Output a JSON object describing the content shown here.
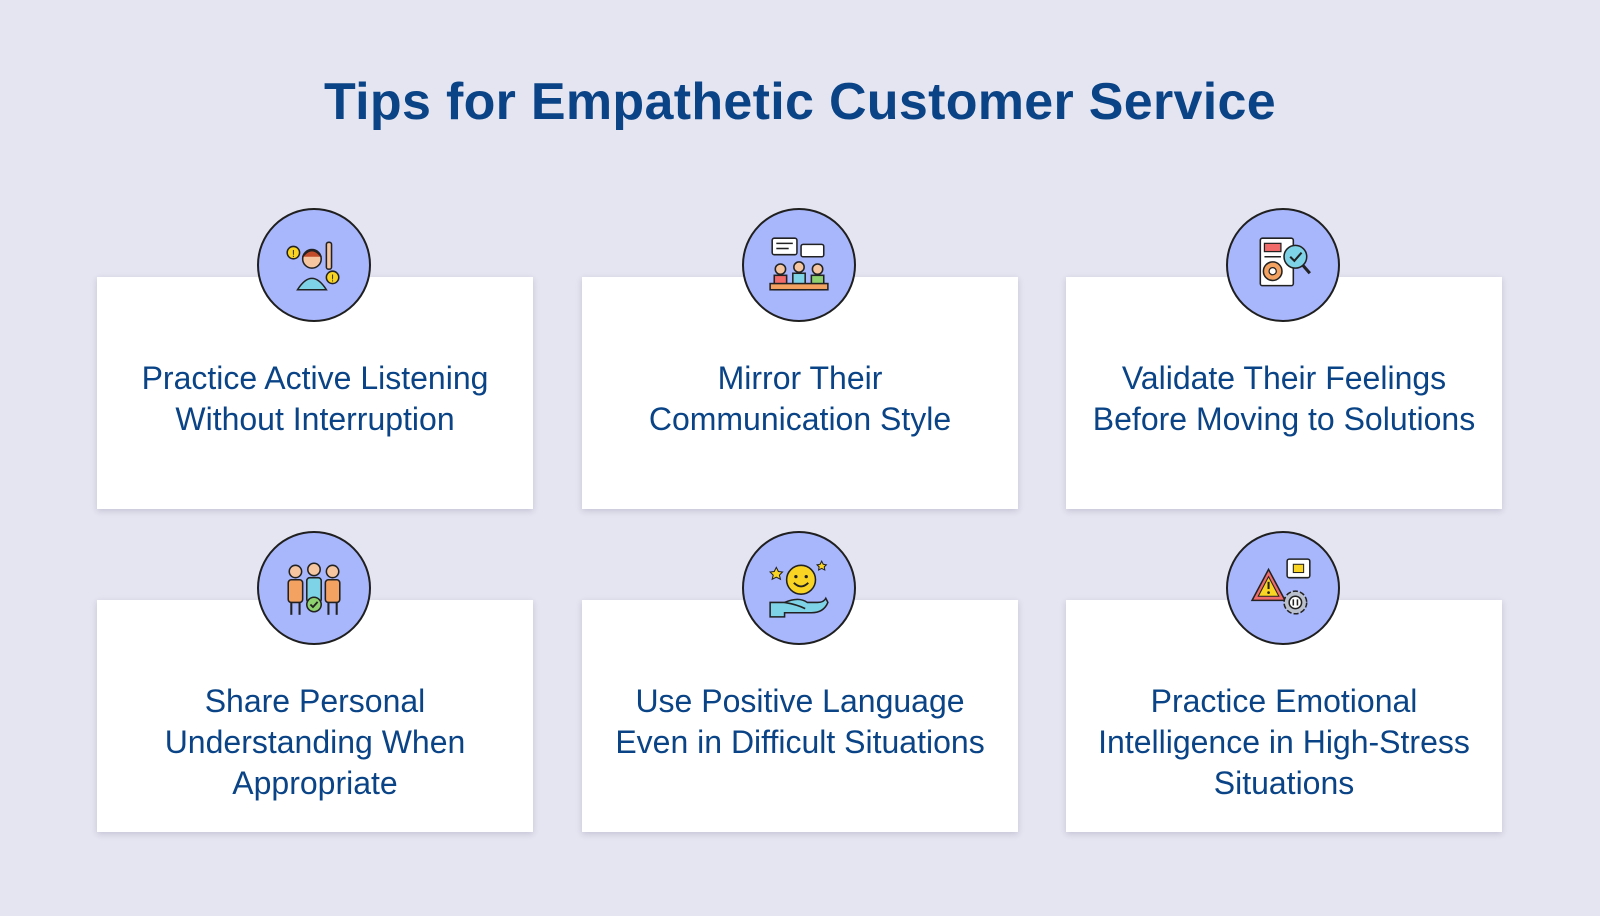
{
  "title": "Tips for Empathetic Customer Service",
  "colors": {
    "background": "#e5e5f1",
    "title": "#0a4486",
    "card": "#ffffff",
    "icon_circle": "#a8b6fb"
  },
  "tips": [
    {
      "text": "Practice Active Listening Without Interruption",
      "icon": "listening-agent-icon"
    },
    {
      "text": "Mirror Their Communication Style",
      "icon": "conversation-meeting-icon"
    },
    {
      "text": "Validate Their Feelings Before Moving to Solutions",
      "icon": "validation-document-icon"
    },
    {
      "text": "Share Personal Understanding When Appropriate",
      "icon": "team-understanding-icon"
    },
    {
      "text": "Use Positive Language Even in Difficult Situations",
      "icon": "positive-smile-hand-icon"
    },
    {
      "text": "Practice Emotional Intelligence in High-Stress Situations",
      "icon": "stress-alert-gear-icon"
    }
  ]
}
